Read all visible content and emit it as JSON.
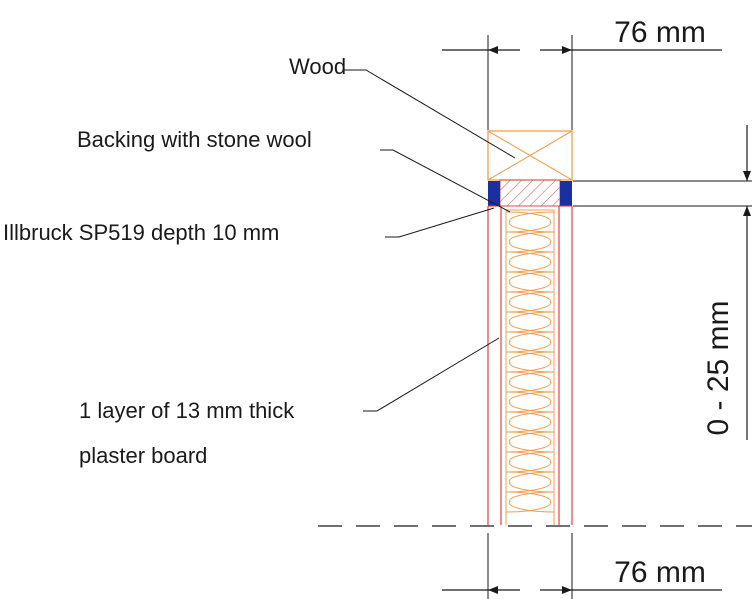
{
  "labels": {
    "wood": "Wood",
    "backing": "Backing with stone wool",
    "sealant": "Illbruck SP519 depth 10 mm",
    "board_line1": "1 layer of 13 mm thick",
    "board_line2": "plaster board"
  },
  "dimensions": {
    "top_width": "76 mm",
    "bottom_width": "76 mm",
    "gap": "0 - 25 mm"
  },
  "colors": {
    "line": "#1a1a1a",
    "wood": "#f0a050",
    "board": "#e03030",
    "insulation": "#f0a050",
    "backing_hatch": "#d05050",
    "sealant": "#1a2fa0"
  }
}
